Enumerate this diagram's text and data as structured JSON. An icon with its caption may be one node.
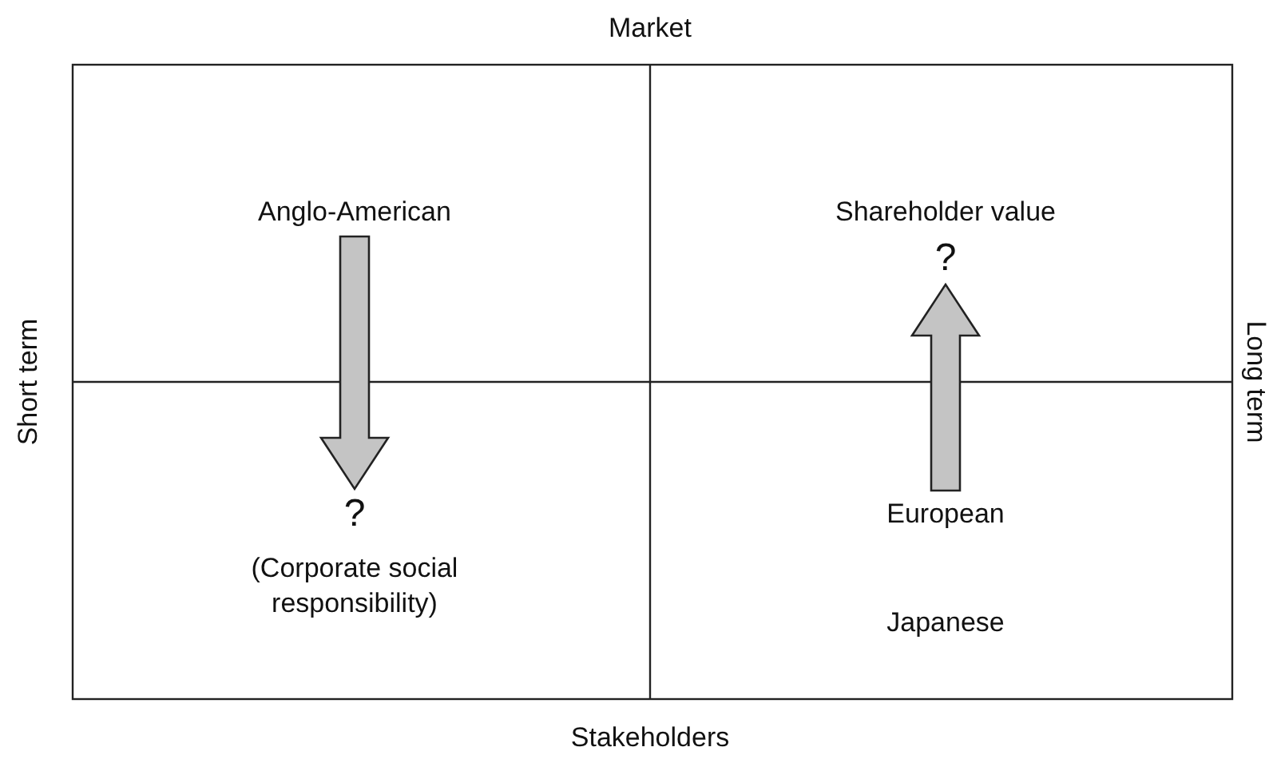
{
  "diagram": {
    "nodes": [
      {
        "text": [
          "Anglo-American"
        ]
      },
      {
        "text": [
          "Shareholder value"
        ]
      },
      {
        "text": [
          "?"
        ]
      },
      {
        "text": [
          "?"
        ]
      },
      {
        "text": [
          "(Corporate social responsibility)"
        ]
      },
      {
        "text": [
          "European"
        ]
      },
      {
        "text": [
          "Japanese"
        ]
      }
    ],
    "edges": [
      {
        "from": 0,
        "to": 3,
        "arrow": "to",
        "style": "thick"
      },
      {
        "from": 5,
        "to": 2,
        "arrow": "to",
        "style": "thick"
      }
    ],
    "labels": [
      "Market",
      "Short term",
      "Long term",
      "Stakeholders"
    ]
  }
}
